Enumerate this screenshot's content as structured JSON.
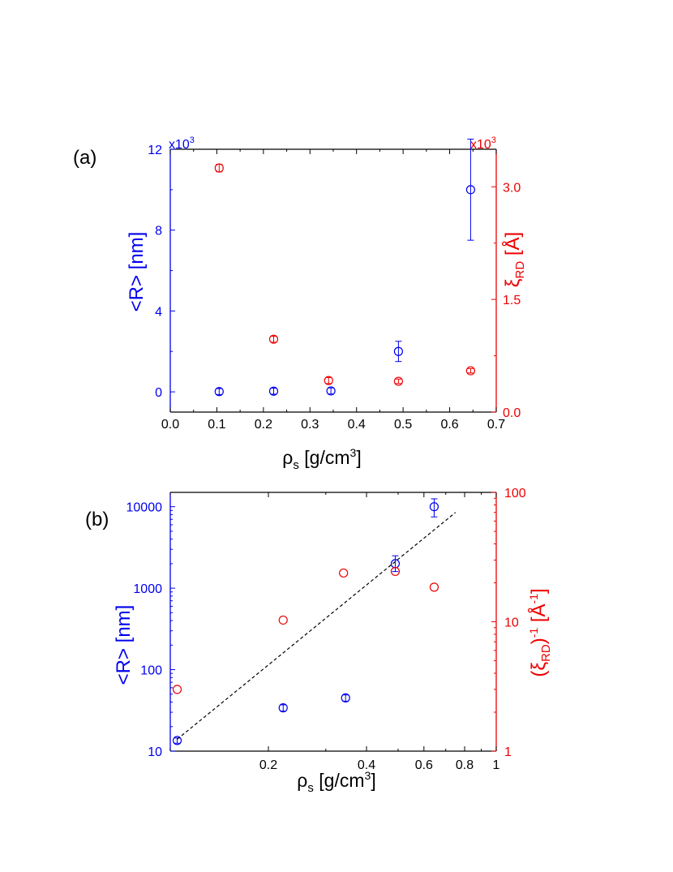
{
  "colors": {
    "left_axis": "#0000ee",
    "right_axis": "#ee0000",
    "frame": "#000000",
    "fit_line": "#000000"
  },
  "chart_data": [
    {
      "type": "scatter",
      "panel_label": "(a)",
      "x_label": {
        "base": "ρ",
        "sub": "s",
        "main": " [g/cm",
        "sup": "3",
        "end": "]"
      },
      "left_label": "<R> [nm]",
      "right_label": {
        "base": "ξ",
        "sub": "RD",
        "end": " [Å]"
      },
      "left_multiplier": {
        "base": "x10",
        "sup": "3"
      },
      "right_multiplier": {
        "base": "x10",
        "sup": "3"
      },
      "x_range": [
        0.0,
        0.7
      ],
      "left_range": [
        -1,
        12
      ],
      "right_range": [
        0.0,
        3.5
      ],
      "x_scale": "linear",
      "y_scale": "linear",
      "x_ticks": [
        "0.0",
        "0.1",
        "0.2",
        "0.3",
        "0.4",
        "0.5",
        "0.6",
        "0.7"
      ],
      "left_ticks": [
        "0",
        "4",
        "8",
        "12"
      ],
      "right_ticks": [
        "0.0",
        "1.5",
        "3.0"
      ],
      "series": [
        {
          "axis": "left",
          "color": "#0000ee",
          "marker": "open-circle",
          "points": [
            {
              "x": 0.105,
              "y": 0.014,
              "err": 0.15
            },
            {
              "x": 0.222,
              "y": 0.034,
              "err": 0.15
            },
            {
              "x": 0.345,
              "y": 0.045,
              "err": 0.15
            },
            {
              "x": 0.49,
              "y": 2.0,
              "err": 0.5
            },
            {
              "x": 0.645,
              "y": 10.0,
              "err": 2.5
            }
          ]
        },
        {
          "axis": "right",
          "color": "#ee0000",
          "marker": "open-circle",
          "points": [
            {
              "x": 0.105,
              "y": 3.25,
              "err": 0.05
            },
            {
              "x": 0.222,
              "y": 0.97,
              "err": 0.04
            },
            {
              "x": 0.34,
              "y": 0.42,
              "err": 0.04
            },
            {
              "x": 0.49,
              "y": 0.41,
              "err": 0.03
            },
            {
              "x": 0.645,
              "y": 0.55,
              "err": 0.03
            }
          ]
        }
      ]
    },
    {
      "type": "scatter",
      "panel_label": "(b)",
      "x_label": {
        "base": "ρ",
        "sub": "s",
        "main": " [g/cm",
        "sup": "3",
        "end": "]"
      },
      "left_label": "<R>  [nm]",
      "right_label": {
        "open": "(ξ",
        "sub": "RD",
        "mid": ")",
        "sup": "-1",
        "main": " [Å",
        "sup2": "-1",
        "end": "]"
      },
      "x_scale": "log",
      "y_scale": "log",
      "x_range": [
        0.1,
        1.0
      ],
      "left_range": [
        10,
        15000
      ],
      "right_range": [
        1,
        100
      ],
      "x_ticks": [
        {
          "v": 0.2,
          "label": "0.2"
        },
        {
          "v": 0.4,
          "label": "0.4"
        },
        {
          "v": 0.6,
          "label": "0.6"
        },
        {
          "v": 0.8,
          "label": "0.8"
        },
        {
          "v": 1.0,
          "label": "1"
        }
      ],
      "left_ticks": [
        {
          "v": 10,
          "label": "10"
        },
        {
          "v": 100,
          "label": "100"
        },
        {
          "v": 1000,
          "label": "1000"
        },
        {
          "v": 10000,
          "label": "10000"
        }
      ],
      "right_ticks": [
        {
          "v": 1,
          "label": "1"
        },
        {
          "v": 10,
          "label": "10"
        },
        {
          "v": 100,
          "label": "100"
        }
      ],
      "series": [
        {
          "axis": "left",
          "color": "#0000ee",
          "marker": "open-circle",
          "points": [
            {
              "x": 0.105,
              "y": 13.5,
              "err": [
                12.5,
                14.5
              ]
            },
            {
              "x": 0.222,
              "y": 34,
              "err": [
                31,
                37
              ]
            },
            {
              "x": 0.345,
              "y": 45,
              "err": [
                41,
                49
              ]
            },
            {
              "x": 0.49,
              "y": 2000,
              "err": [
                1600,
                2500
              ]
            },
            {
              "x": 0.645,
              "y": 10000,
              "err": [
                7500,
                12500
              ]
            }
          ]
        },
        {
          "axis": "right",
          "color": "#ee0000",
          "marker": "open-circle",
          "points": [
            {
              "x": 0.105,
              "y": 3.0
            },
            {
              "x": 0.222,
              "y": 10.3
            },
            {
              "x": 0.34,
              "y": 23.8
            },
            {
              "x": 0.49,
              "y": 24.5
            },
            {
              "x": 0.645,
              "y": 18.5
            }
          ]
        },
        {
          "axis": "left",
          "color": "#000000",
          "type": "dashed-line",
          "points": [
            {
              "x": 0.105,
              "y": 14
            },
            {
              "x": 0.75,
              "y": 8500
            }
          ]
        }
      ]
    }
  ]
}
